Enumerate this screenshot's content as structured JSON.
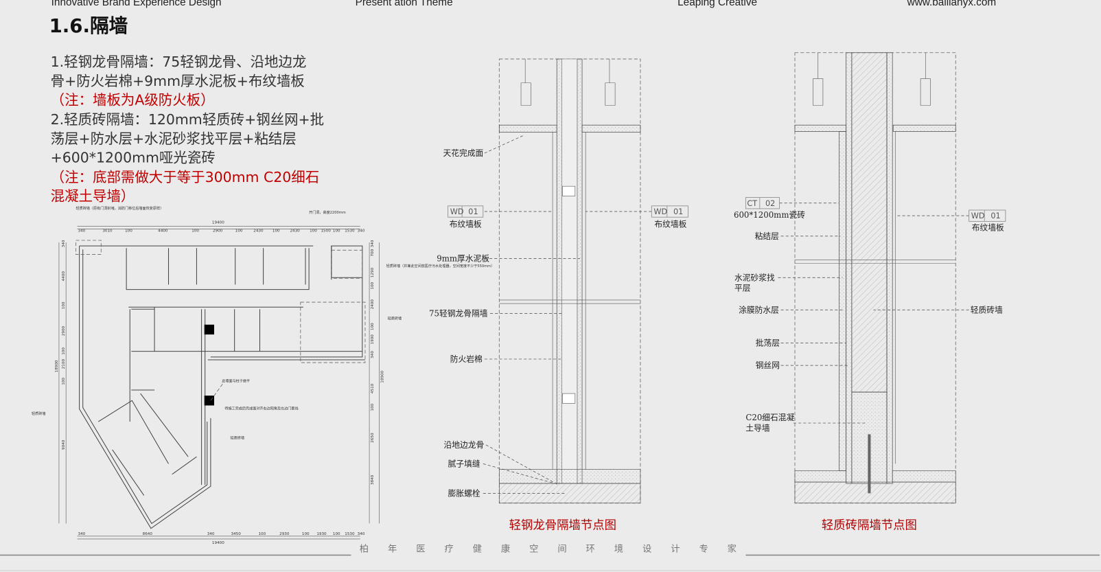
{
  "header": {
    "left": "Innovative Brand Experience Design",
    "center": "Present ation Theme",
    "right1": "Leaping  Creative",
    "website": "www.bailianyx.com"
  },
  "page_title": "1.6.隔墙",
  "description": {
    "lines": [
      "1.轻钢龙骨隔墙：75轻钢龙骨、沿地边龙",
      "骨+防火岩棉+9mm厚水泥板+布纹墙板",
      "（注：墙板为A级防火板）",
      "2.轻质砖隔墙：120mm轻质砖+钢丝网+批",
      "荡层+防水层+水泥砂浆找平层+粘结层",
      "+600*1200mm哑光瓷砖",
      "（注：底部需做大于等于300mm  C20细石",
      "混凝土导墙）"
    ]
  },
  "floor_plan": {
    "total_width": "19400",
    "top_dims": [
      "340",
      "3010",
      "100",
      "4400",
      "100",
      "2900",
      "100",
      "2430",
      "100",
      "2430",
      "100",
      "1500",
      "100",
      "1530",
      "340"
    ],
    "bottom_dims": [
      "340",
      "8640",
      "340",
      "3450",
      "100",
      "2930",
      "100",
      "1930",
      "100",
      "1530",
      "340"
    ],
    "left_dims": [
      "340",
      "4400",
      "100",
      "2900",
      "100",
      "2100",
      "100",
      "9040",
      "18900"
    ],
    "right_dims": [
      "340",
      "700",
      "1290",
      "100",
      "2400",
      "100",
      "1900",
      "340",
      "4510",
      "100",
      "2650",
      "3840",
      "18900"
    ],
    "notes": {
      "top_left": "轻质砖墙（原有门洞封堵，消防门移位后墙面恢复原样）",
      "door": "开门洞，高度2200mm",
      "right_top": "轻质砖墙（并兼此空间放医疗污水处理器，空间宽度不少于550mm）",
      "right_mid": "轻质砖墙",
      "left": "轻质砖墙",
      "column": "此墙面与柱子做平",
      "align": "待施工完成后完成面对齐右边阳角及左边门套线",
      "bottom": "轻质砖墙"
    }
  },
  "detail1": {
    "caption": "轻钢龙骨隔墙节点图",
    "tag_left": {
      "code": "WD",
      "num": "01",
      "name": "布纹墙板"
    },
    "tag_right": {
      "code": "WD",
      "num": "01",
      "name": "布纹墙板"
    },
    "labels": {
      "ceiling": "天花完成面",
      "cement_board": "9mm厚水泥板",
      "stud": "75轻钢龙骨隔墙",
      "rockwool": "防火岩棉",
      "track": "沿地边龙骨",
      "putty": "腻子填缝",
      "bolt": "膨胀螺栓"
    }
  },
  "detail2": {
    "caption": "轻质砖隔墙节点图",
    "tag_left": {
      "code": "CT",
      "num": "02",
      "name": "600*1200mm瓷砖"
    },
    "tag_right": {
      "code": "WD",
      "num": "01",
      "name": "布纹墙板"
    },
    "labels": {
      "adhesive": "粘结层",
      "screed1": "水泥砂浆找",
      "screed2": "平层",
      "waterproof": "涂膜防水层",
      "plaster": "批荡层",
      "mesh": "钢丝网",
      "c20_1": "C20细石混凝",
      "c20_2": "土导墙",
      "brick": "轻质砖墙"
    }
  },
  "footer": {
    "slogan": [
      "柏",
      "年",
      "医",
      "疗",
      "健",
      "康",
      "空",
      "间",
      "环",
      "境",
      "设",
      "计",
      "专",
      "家"
    ]
  }
}
